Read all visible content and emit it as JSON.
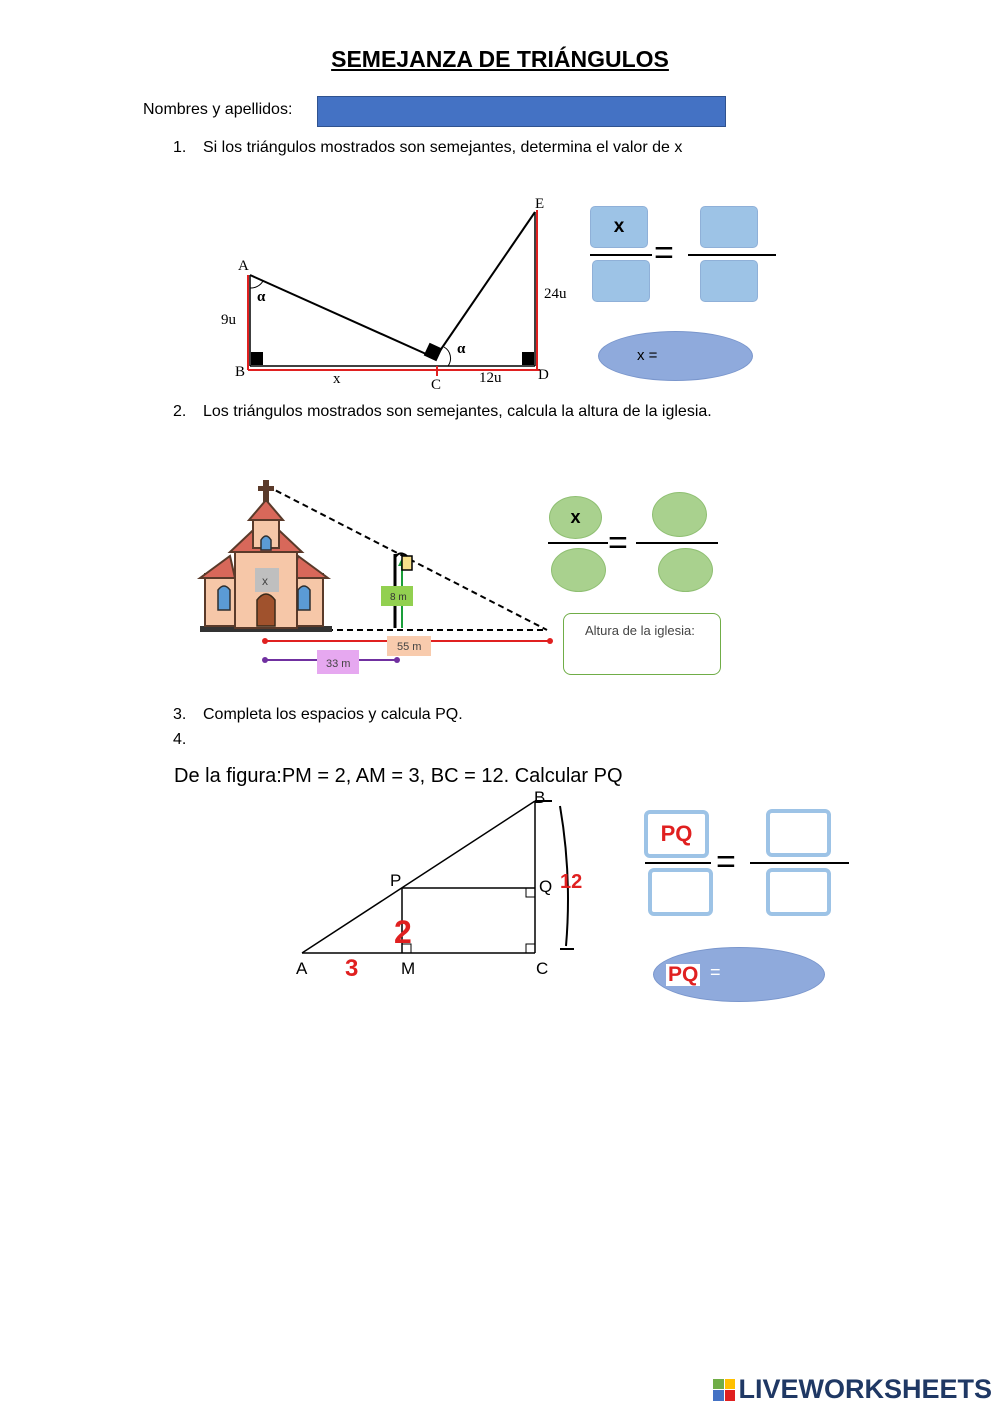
{
  "title": "SEMEJANZA DE TRIÁNGULOS",
  "name_label": "Nombres y apellidos:",
  "questions": [
    {
      "num": "1.",
      "text": "Si los triángulos mostrados son semejantes, determina el valor de x"
    },
    {
      "num": "2.",
      "text": "Los triángulos mostrados son semejantes, calcula la altura de la iglesia."
    },
    {
      "num": "3.",
      "text": "Completa los espacios y calcula PQ."
    },
    {
      "num": "4.",
      "text": ""
    }
  ],
  "fig1": {
    "labels": {
      "A": "A",
      "B": "B",
      "C": "C",
      "D": "D",
      "E": "E",
      "alpha": "α",
      "ab": "9u",
      "bc": "x",
      "cd": "12u",
      "de": "24u"
    },
    "top_left_value": "x",
    "answer_label": "x ="
  },
  "fig2": {
    "church_label": "x",
    "lamp_label": "8 m",
    "long_label": "55 m",
    "short_label": "33 m",
    "top_left_value": "x",
    "answer_label": "Altura de la iglesia:"
  },
  "fig3": {
    "statement": "De la figura:PM = 2, AM = 3, BC = 12. Calcular PQ",
    "labels": {
      "A": "A",
      "B": "B",
      "C": "C",
      "M": "M",
      "P": "P",
      "Q": "Q"
    },
    "hand_pm": "2",
    "hand_am": "3",
    "hand_bc": "12",
    "top_left_value": "PQ",
    "answer_label": "PQ",
    "answer_eq": "="
  },
  "equals": "=",
  "logo": "LIVEWORKSHEETS",
  "colors": {
    "name_box": "#4472c4",
    "blue_input": "#9dc3e6",
    "green_input": "#a9d18e",
    "oval": "#8faadc",
    "red": "#e02020"
  }
}
